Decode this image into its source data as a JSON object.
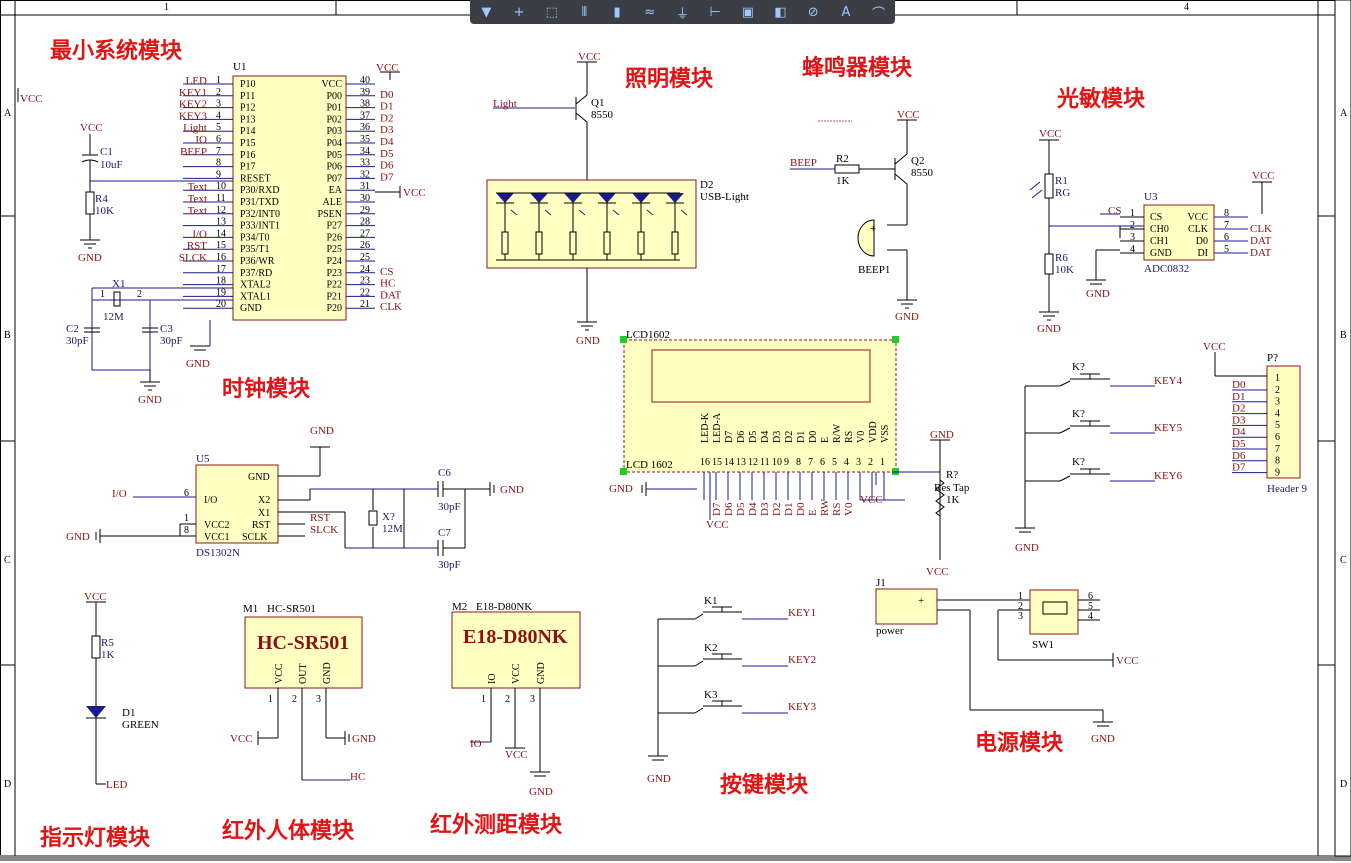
{
  "toolbar": {
    "tools": [
      {
        "icon": "filter-icon",
        "glyph": "▼"
      },
      {
        "icon": "cross-icon",
        "glyph": "+"
      },
      {
        "icon": "select-rect-icon",
        "glyph": "⬚"
      },
      {
        "icon": "align-icon",
        "glyph": "⫴"
      },
      {
        "icon": "component-icon",
        "glyph": "▮"
      },
      {
        "icon": "bus-icon",
        "glyph": "≈"
      },
      {
        "icon": "power-port-icon",
        "glyph": "⏚"
      },
      {
        "icon": "net-label-icon",
        "glyph": "⊢"
      },
      {
        "icon": "part-icon",
        "glyph": "▣"
      },
      {
        "icon": "port-icon",
        "glyph": "◧"
      },
      {
        "icon": "directive-icon",
        "glyph": "⊘"
      },
      {
        "icon": "text-icon",
        "glyph": "A"
      },
      {
        "icon": "arc-icon",
        "glyph": "⌒"
      }
    ]
  },
  "border": {
    "top_zones": [
      "1",
      "4"
    ],
    "side_zones": [
      "A",
      "B",
      "C",
      "D"
    ]
  },
  "titles": {
    "min_system": "最小系统模块",
    "lighting": "照明模块",
    "buzzer": "蜂鸣器模块",
    "photo": "光敏模块",
    "clock": "时钟模块",
    "indicator": "指示灯模块",
    "pir": "红外人体模块",
    "ir_range": "红外测距模块",
    "keys": "按键模块",
    "power": "电源模块"
  },
  "mcu": {
    "ref": "U1",
    "left_nets": [
      "LED",
      "KEY1",
      "KEY2",
      "KEY3",
      "Light",
      "IO",
      "BEEP",
      "",
      "",
      "Text",
      "Text",
      "Text",
      "",
      "I/O",
      "RST",
      "SLCK",
      "",
      "",
      "",
      ""
    ],
    "left_nums": [
      "1",
      "2",
      "3",
      "4",
      "5",
      "6",
      "7",
      "8",
      "9",
      "10",
      "11",
      "12",
      "13",
      "14",
      "15",
      "16",
      "17",
      "18",
      "19",
      "20"
    ],
    "left_pins": [
      "P10",
      "P11",
      "P12",
      "P13",
      "P14",
      "P15",
      "P16",
      "P17",
      "RESET",
      "P30/RXD",
      "P31/TXD",
      "P32/INT0",
      "P33/INT1",
      "P34/T0",
      "P35/T1",
      "P36/WR",
      "P37/RD",
      "XTAL2",
      "XTAL1",
      "GND"
    ],
    "right_pins": [
      "VCC",
      "P00",
      "P01",
      "P02",
      "P03",
      "P04",
      "P05",
      "P06",
      "P07",
      "EA",
      "ALE",
      "PSEN",
      "P27",
      "P26",
      "P25",
      "P24",
      "P23",
      "P22",
      "P21",
      "P20"
    ],
    "right_nums": [
      "40",
      "39",
      "38",
      "37",
      "36",
      "35",
      "34",
      "33",
      "32",
      "31",
      "30",
      "29",
      "28",
      "27",
      "26",
      "25",
      "24",
      "23",
      "22",
      "21"
    ],
    "right_nets": [
      "VCC",
      "D0",
      "D1",
      "D2",
      "D3",
      "D4",
      "D5",
      "D6",
      "D7",
      "",
      "",
      "",
      "",
      "",
      "",
      "",
      "CS",
      "HC",
      "DAT",
      "CLK"
    ]
  },
  "labels": {
    "vcc": "VCC",
    "gnd": "GND",
    "c1": "C1",
    "c1v": "10uF",
    "r4": "R4",
    "r4v": "10K",
    "x1": "X1",
    "x1v": "12M",
    "c2": "C2",
    "c2v": "30pF",
    "c3": "C3",
    "c3v": "30pF",
    "light": "Light",
    "q1": "Q1",
    "q1v": "8550",
    "d2": "D2",
    "d2v": "USB-Light",
    "beep": "BEEP",
    "r2": "R2",
    "r2v": "1K",
    "q2": "Q2",
    "q2v": "8550",
    "beep1": "BEEP1",
    "r1": "R1",
    "r1v": "RG",
    "r6": "R6",
    "r6v": "10K",
    "u3": "U3",
    "adc": "ADC0832",
    "lcd": "LCD1602",
    "lcd2": "LCD 1602",
    "rq": "R?",
    "rqv": "Res Tap",
    "rqk": "1K",
    "u5": "U5",
    "ds": "DS1302N",
    "x7": "X?",
    "x7v": "12M",
    "c6": "C6",
    "c6v": "30pF",
    "c7": "C7",
    "c7v": "30pF",
    "r5": "R5",
    "r5v": "1K",
    "d1": "D1",
    "d1v": "GREEN",
    "led": "LED",
    "m1": "M1",
    "m1t": "HC-SR501",
    "m2": "M2",
    "m2t": "E18-D80NK",
    "io": "IO",
    "hc": "HC",
    "k1": "K1",
    "k2": "K2",
    "k3": "K3",
    "kq": "K?",
    "key1": "KEY1",
    "key2": "KEY2",
    "key3": "KEY3",
    "key4": "KEY4",
    "key5": "KEY5",
    "key6": "KEY6",
    "j1": "J1",
    "power": "power",
    "sw1": "SW1",
    "p": "P?",
    "header": "Header 9",
    "cs": "CS",
    "clk": "CLK",
    "dat": "DAT",
    "io2": "I/O",
    "rst": "RST",
    "slck": "SLCK"
  },
  "adc_left": [
    "CS",
    "CH0",
    "CH1",
    "GND"
  ],
  "adc_right": [
    "VCC",
    "CLK",
    "D0",
    "DI"
  ],
  "adc_left_nums": [
    "1",
    "2",
    "3",
    "4"
  ],
  "adc_right_nums": [
    "8",
    "7",
    "6",
    "5"
  ],
  "adc_right_nets": [
    "",
    "CLK",
    "DAT",
    "DAT"
  ],
  "ds_left": [
    "I/O",
    "VCC2",
    "VCC1"
  ],
  "ds_right": [
    "GND",
    "X2",
    "X1",
    "RST",
    "SCLK"
  ],
  "lcd_pins": [
    "LED-K",
    "LED-A",
    "D7",
    "D6",
    "D5",
    "D4",
    "D3",
    "D2",
    "D1",
    "D0",
    "E",
    "R/W",
    "RS",
    "V0",
    "VDD",
    "VSS"
  ],
  "lcd_nums": [
    "16",
    "15",
    "14",
    "13",
    "12",
    "11",
    "10",
    "9",
    "8",
    "7",
    "6",
    "5",
    "4",
    "3",
    "2",
    "1"
  ],
  "lcd_nets": [
    "D7",
    "D6",
    "D5",
    "D4",
    "D3",
    "D2",
    "D1",
    "D0",
    "E",
    "RW",
    "RS",
    "V0"
  ],
  "header_nets": [
    "D0",
    "D1",
    "D2",
    "D3",
    "D4",
    "D5",
    "D6",
    "D7"
  ],
  "header_nums": [
    "1",
    "2",
    "3",
    "4",
    "5",
    "6",
    "7",
    "8",
    "9"
  ],
  "m1_pins": [
    "VCC",
    "OUT",
    "GND"
  ],
  "m2_pins": [
    "IO",
    "VCC",
    "GND"
  ],
  "sw_nums_left": [
    "1",
    "2",
    "3"
  ],
  "sw_nums_right": [
    "6",
    "5",
    "4"
  ]
}
